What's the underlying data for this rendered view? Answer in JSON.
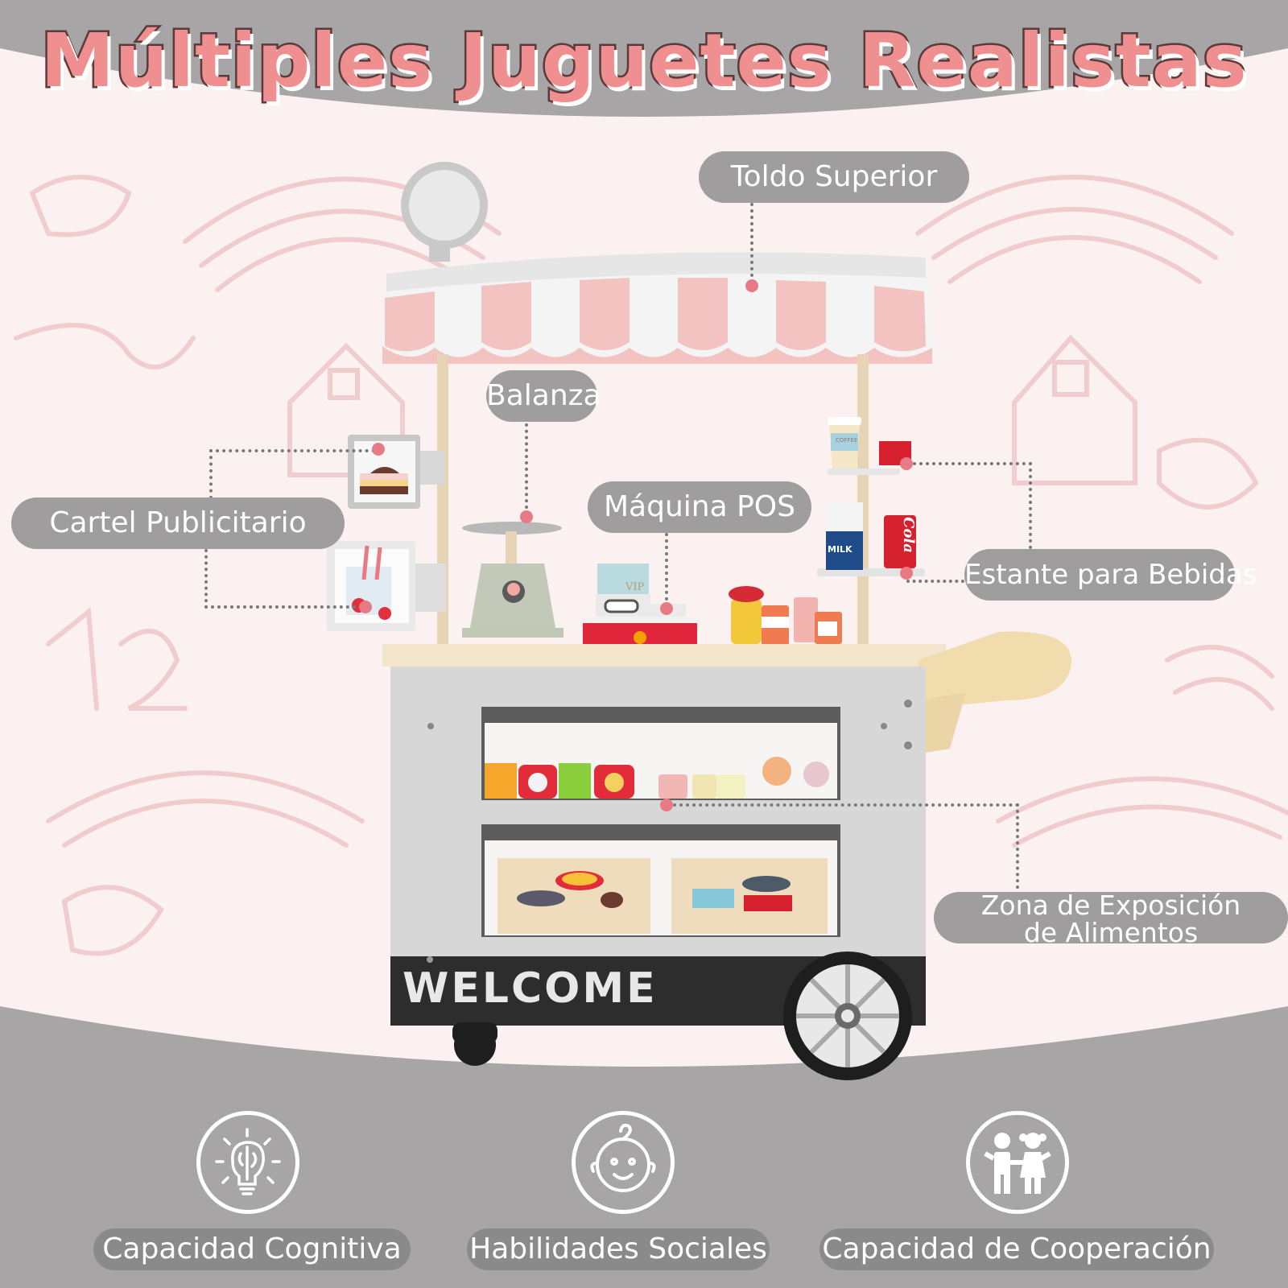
{
  "headline": "Múltiples Juguetes Realistas",
  "callouts": {
    "awning": "Toldo Superior",
    "scale": "Balanza",
    "poster": "Cartel Publicitario",
    "pos": "Máquina POS",
    "drinks": "Estante para Bebidas",
    "food_line1": "Zona de Exposición",
    "food_line2": "de Alimentos"
  },
  "cart": {
    "welcome": "WELCOME",
    "cola": "Cola",
    "milk": "MILK",
    "vip": "VIP",
    "coffee": "COFFEE"
  },
  "features": [
    {
      "label": "Capacidad Cognitiva",
      "icon": "brain-bulb-icon"
    },
    {
      "label": "Habilidades Sociales",
      "icon": "baby-face-icon"
    },
    {
      "label": "Capacidad de Cooperación",
      "icon": "children-holding-hands-icon"
    }
  ],
  "colors": {
    "pink": "#ef8f8f",
    "gray_band": "#a7a5a6",
    "callout_gray": "#9f9d9e",
    "pin": "#e87a85"
  }
}
